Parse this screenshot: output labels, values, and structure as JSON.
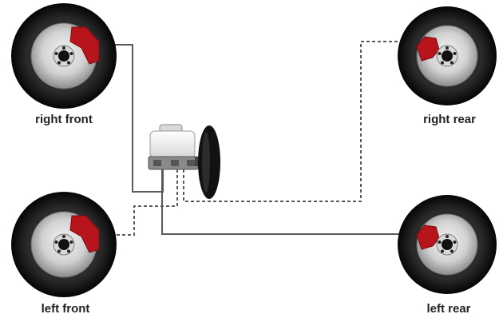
{
  "labels": {
    "right_front": "right front",
    "right_rear": "right rear",
    "left_front": "left front",
    "left_rear": "left rear"
  },
  "colors": {
    "tire": "#111111",
    "caliper": "#b8141c",
    "rim_light": "#e8e8e8",
    "rim_dark": "#8a8a8a",
    "solid_line": "#5a5a5a",
    "dashed_line": "#5a5a5a",
    "reservoir": "#f2f2f2",
    "booster": "#111111"
  },
  "icons": {
    "wheel": "wheel-with-brake-caliper-icon",
    "master_cylinder": "brake-master-cylinder-icon",
    "booster": "brake-booster-icon"
  }
}
